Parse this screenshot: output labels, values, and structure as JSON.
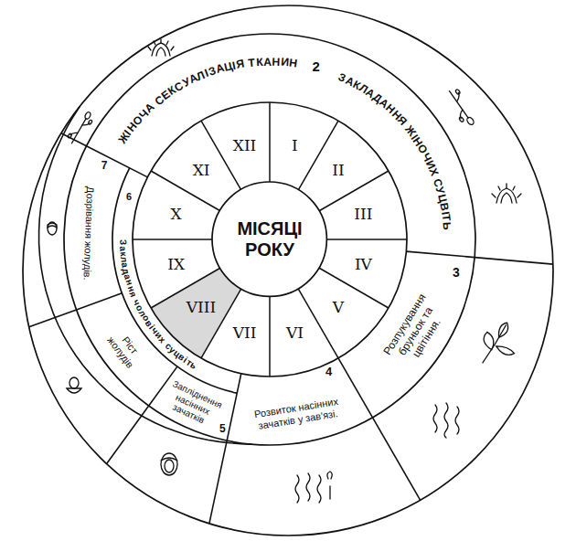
{
  "diagram": {
    "nodes": [
      {
        "text": [
          "МІСЯЦІ РОКУ"
        ]
      }
    ],
    "labels": [
      "2",
      "ЖІНОЧА СЕКСУАЛІЗАЦІЯ ТКАНИН",
      "ЗАКЛАДАННЯ ЖІНОЧИХ СУЦВІТЬ",
      "3",
      "Розпукування бруньок та цвітіння.",
      "4",
      "Розвиток насінних зачатків у зав'язі.",
      "5",
      "Запліднення насінних зачатків",
      "6",
      "Закладання чоловічих суцвіть",
      "Ріст жолудів",
      "7",
      "Дозрівання жолудів.",
      "I",
      "II",
      "III",
      "IV",
      "V",
      "VI",
      "VII",
      "VIII",
      "IX",
      "X",
      "XI",
      "XII"
    ]
  }
}
